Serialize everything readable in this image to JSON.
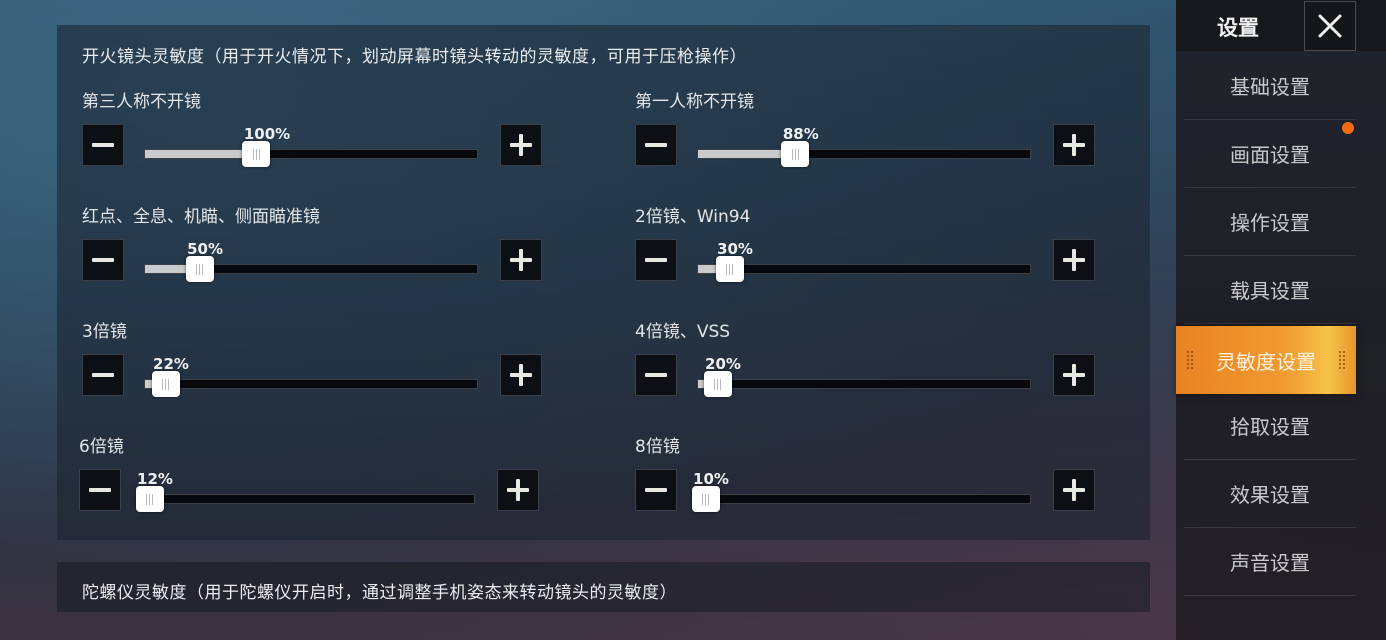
{
  "fire_sensitivity": {
    "title": "开火镜头灵敏度（用于开火情况下，划动屏幕时镜头转动的灵敏度，可用于压枪操作）",
    "sliders": [
      {
        "label": "第三人称不开镜",
        "value": "100%",
        "position_pct": 33.5
      },
      {
        "label": "第一人称不开镜",
        "value": "88%",
        "position_pct": 29.3
      },
      {
        "label": "红点、全息、机瞄、侧面瞄准镜",
        "value": "50%",
        "position_pct": 16.5
      },
      {
        "label": "2倍镜、Win94",
        "value": "30%",
        "position_pct": 9.6
      },
      {
        "label": "3倍镜",
        "value": "22%",
        "position_pct": 6.3
      },
      {
        "label": "4倍镜、VSS",
        "value": "20%",
        "position_pct": 6.0
      },
      {
        "label": "6倍镜",
        "value": "12%",
        "position_pct": 2.4
      },
      {
        "label": "8倍镜",
        "value": "10%",
        "position_pct": 2.4
      }
    ]
  },
  "gyro_sensitivity": {
    "title": "陀螺仪灵敏度（用于陀螺仪开启时，通过调整手机姿态来转动镜头的灵敏度）"
  },
  "sidebar": {
    "title": "设置",
    "close_icon": "close-icon",
    "items": [
      {
        "label": "基础设置",
        "active": false
      },
      {
        "label": "画面设置",
        "active": false,
        "badge": true
      },
      {
        "label": "操作设置",
        "active": false
      },
      {
        "label": "载具设置",
        "active": false
      },
      {
        "label": "灵敏度设置",
        "active": true
      },
      {
        "label": "拾取设置",
        "active": false
      },
      {
        "label": "效果设置",
        "active": false
      },
      {
        "label": "声音设置",
        "active": false
      }
    ]
  },
  "colors": {
    "accent": "#f09a30",
    "badge": "#f36a14"
  }
}
